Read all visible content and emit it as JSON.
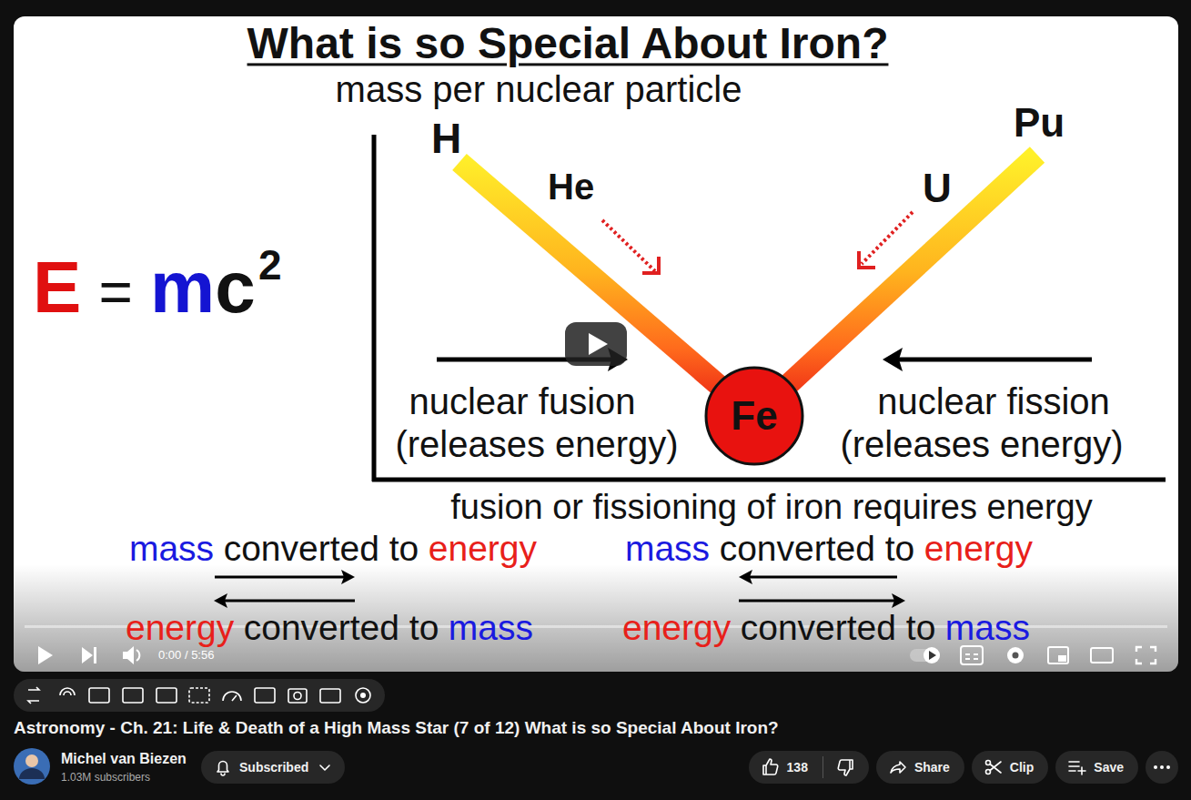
{
  "diagram": {
    "title": "What is so Special About Iron?",
    "nodes": [
      {
        "text": [
          "Fe"
        ]
      },
      {
        "text": [
          "Subscribed"
        ]
      },
      {
        "text": [
          "138"
        ]
      },
      {
        "text": [
          "Share"
        ]
      },
      {
        "text": [
          "Clip"
        ]
      },
      {
        "text": [
          "Save"
        ]
      }
    ],
    "labels": [
      "mass per nuclear particle",
      "H",
      "He",
      "Pu",
      "U",
      "E",
      "=",
      "m",
      "c",
      "2",
      "nuclear fusion",
      "(releases energy)",
      "nuclear fission",
      "(releases energy)",
      "fusion or fissioning of iron requires energy",
      "mass",
      "converted to",
      "energy",
      "mass",
      "converted to",
      "energy",
      "energy",
      "converted to",
      "mass",
      "energy",
      "converted to",
      "mass",
      "0:00 / 5:56",
      "Astronomy - Ch. 21: Life & Death of a High Mass Star (7 of 12) What is so Special About Iron?",
      "Michel van Biezen",
      "1.03M subscribers"
    ]
  }
}
